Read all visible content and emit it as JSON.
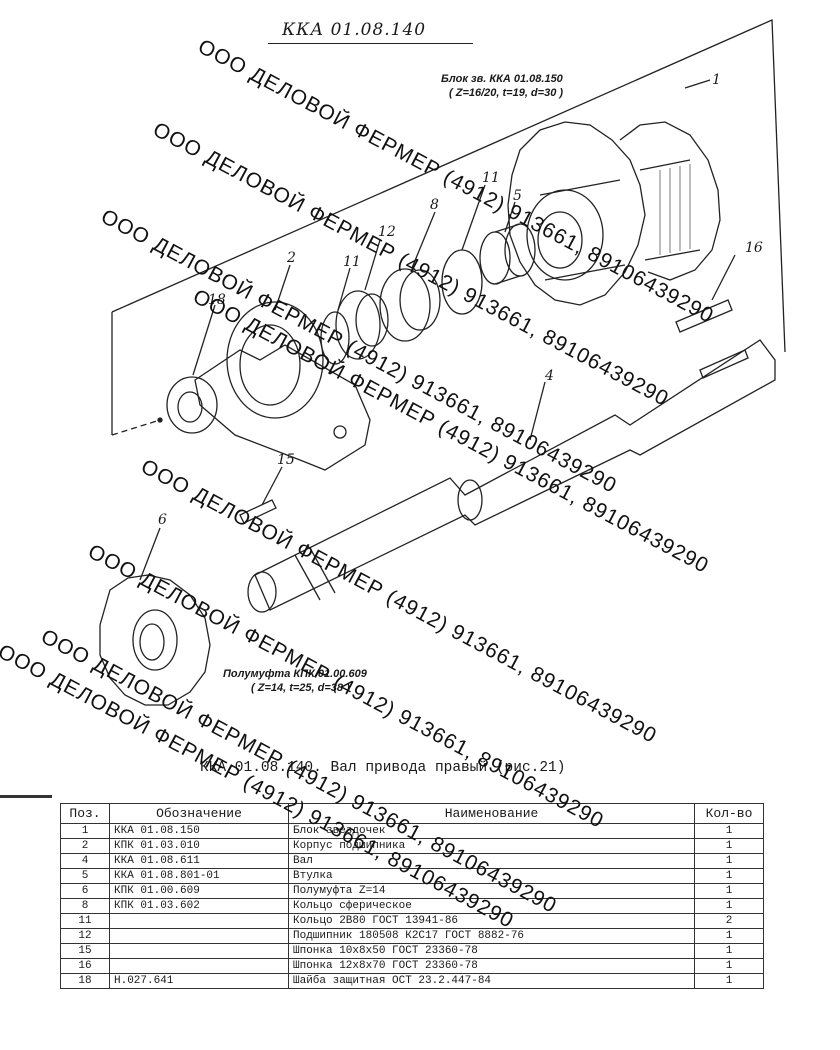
{
  "drawing": {
    "doc_code": "ККА 01.08.140",
    "callout_block": {
      "line1": "Блок зв. ККА 01.08.150",
      "line2": "( Z=16/20, t=19, d=30 )"
    },
    "callout_coupling": {
      "line1": "Полумуфта КПК 01.00.609",
      "line2": "( Z=14, t=25, d=38 )"
    },
    "position_labels": [
      "1",
      "2",
      "4",
      "5",
      "6",
      "8",
      "11",
      "11",
      "12",
      "15",
      "16",
      "18"
    ]
  },
  "caption": "ККА 01.08.140. Вал привода правый (рис.21)",
  "table": {
    "headers": [
      "Поз.",
      "Обозначение",
      "Наименование",
      "Кол-во"
    ],
    "rows": [
      {
        "pos": "1",
        "code": "ККА 01.08.150",
        "name": "Блок звездочек",
        "qty": "1"
      },
      {
        "pos": "2",
        "code": "КПК 01.03.010",
        "name": "Корпус подшипника",
        "qty": "1"
      },
      {
        "pos": "4",
        "code": "ККА 01.08.611",
        "name": "Вал",
        "qty": "1"
      },
      {
        "pos": "5",
        "code": "ККА 01.08.801-01",
        "name": "Втулка",
        "qty": "1"
      },
      {
        "pos": "6",
        "code": "КПК 01.00.609",
        "name": "Полумуфта Z=14",
        "qty": "1"
      },
      {
        "pos": "8",
        "code": "КПК 01.03.602",
        "name": "Кольцо сферическое",
        "qty": "1"
      },
      {
        "pos": "11",
        "code": "",
        "name": "Кольцо 2В80 ГОСТ 13941-86",
        "qty": "2"
      },
      {
        "pos": "12",
        "code": "",
        "name": "Подшипник 180508 К2С17 ГОСТ 8882-76",
        "qty": "1"
      },
      {
        "pos": "15",
        "code": "",
        "name": "Шпонка 10х8х50 ГОСТ 23360-78",
        "qty": "1"
      },
      {
        "pos": "16",
        "code": "",
        "name": "Шпонка 12х8х70 ГОСТ 23360-78",
        "qty": "1"
      },
      {
        "pos": "18",
        "code": "Н.027.641",
        "name": "Шайба защитная ОСТ 23.2.447-84",
        "qty": "1"
      }
    ]
  },
  "watermark": "ООО ДЕЛОВОЙ ФЕРМЕР (4912) 913661, 89106439290",
  "colors": {
    "ink": "#1a1a1a",
    "paper": "#ffffff"
  }
}
